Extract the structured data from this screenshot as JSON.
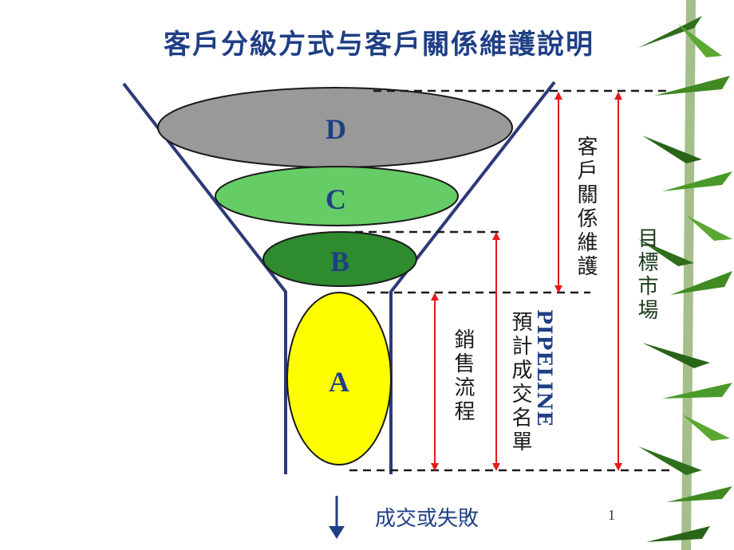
{
  "title": "客戶分級方式与客戶關係維護說明",
  "tiers": [
    {
      "letter": "D",
      "color": "#999999"
    },
    {
      "letter": "C",
      "color": "#66cc66"
    },
    {
      "letter": "B",
      "color": "#2e8b2e"
    },
    {
      "letter": "A",
      "color": "#ffff00"
    }
  ],
  "spans": {
    "relationship": "客戶關係維護",
    "target_market": "目標市場",
    "pipeline": "PIPELINE",
    "forecast": "預計成交名單",
    "sales_process": "銷售流程"
  },
  "outcome": "成交或失敗",
  "page_number": "1",
  "colors": {
    "navy": "#1f3f85",
    "bracket": "#e41a1a",
    "funnel": "#2a3a7a"
  }
}
